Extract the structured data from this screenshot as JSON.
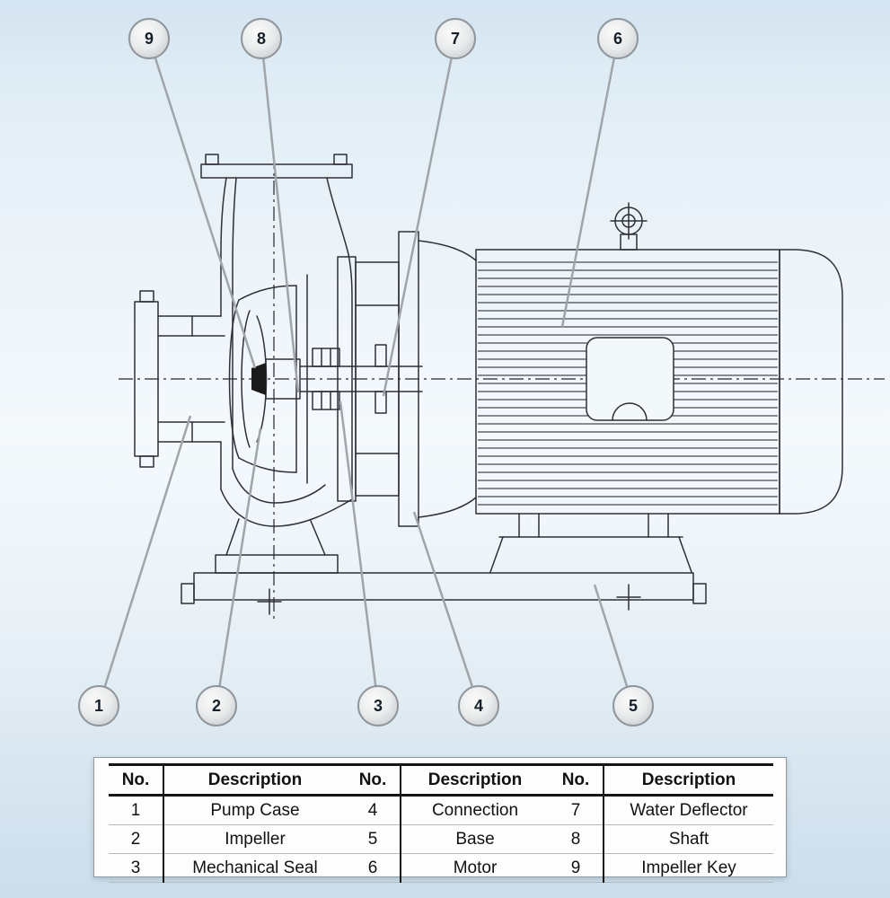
{
  "page": {
    "colors": {
      "background_top": "#d3e3f0",
      "background_bottom": "#cbdeeb",
      "drawing_line": "#2f2f38",
      "leader_line": "#a0a5aa",
      "balloon_fill": "#e9ebec",
      "balloon_border": "#8f969c",
      "table_panel_bg": "#fdfdfe"
    }
  },
  "diagram": {
    "type": "centrifugal-pump-cross-section",
    "callouts": [
      {
        "number": "1"
      },
      {
        "number": "2"
      },
      {
        "number": "3"
      },
      {
        "number": "4"
      },
      {
        "number": "5"
      },
      {
        "number": "6"
      },
      {
        "number": "7"
      },
      {
        "number": "8"
      },
      {
        "number": "9"
      }
    ]
  },
  "parts_tables": [
    {
      "headers": [
        "No.",
        "Description"
      ],
      "rows": [
        [
          "1",
          "Pump Case"
        ],
        [
          "2",
          "Impeller"
        ],
        [
          "3",
          "Mechanical Seal"
        ]
      ]
    },
    {
      "headers": [
        "No.",
        "Description"
      ],
      "rows": [
        [
          "4",
          "Connection"
        ],
        [
          "5",
          "Base"
        ],
        [
          "6",
          "Motor"
        ]
      ]
    },
    {
      "headers": [
        "No.",
        "Description"
      ],
      "rows": [
        [
          "7",
          "Water Deflector"
        ],
        [
          "8",
          "Shaft"
        ],
        [
          "9",
          "Impeller Key"
        ]
      ]
    }
  ]
}
